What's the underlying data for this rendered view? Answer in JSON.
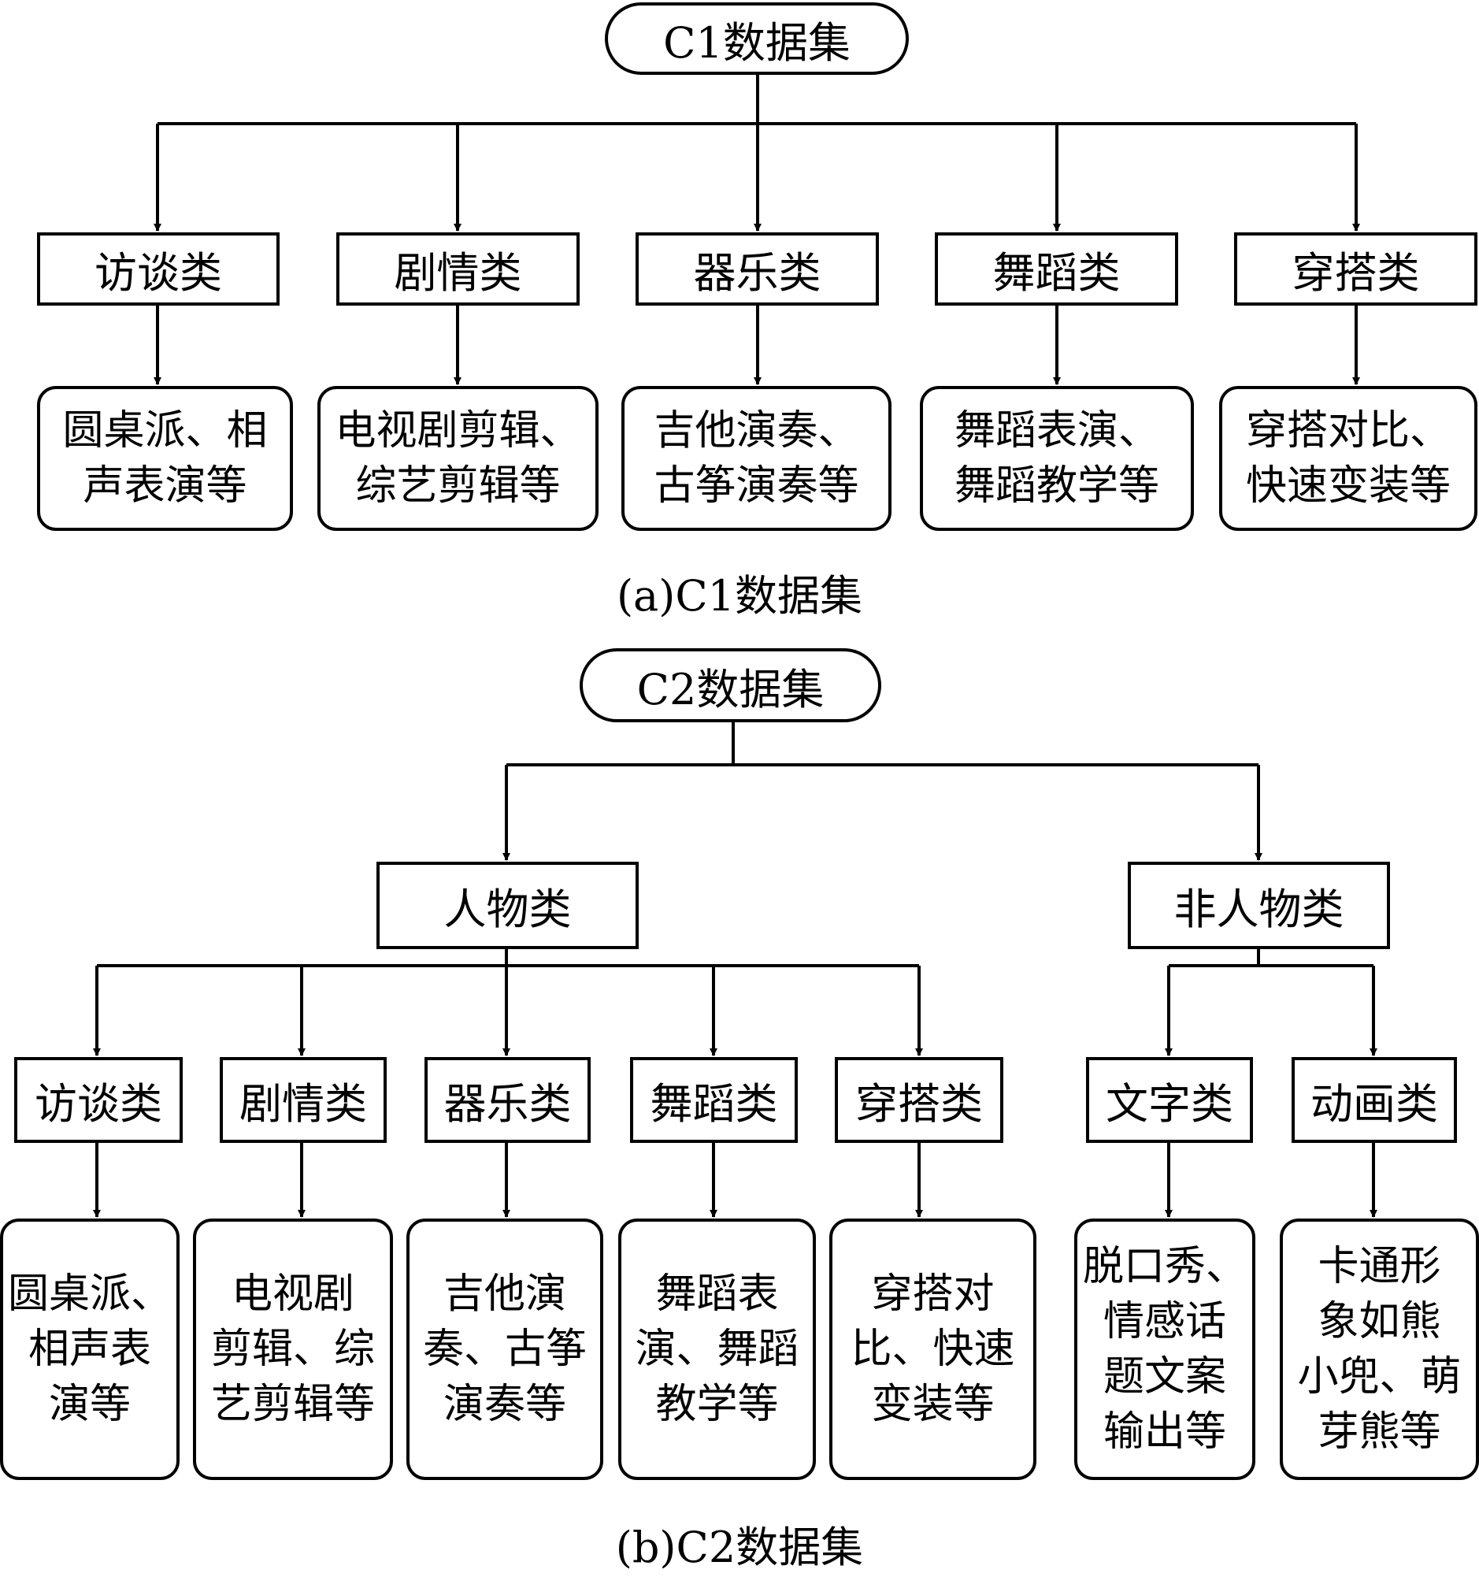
{
  "c1": {
    "root": "C1数据集",
    "categories": [
      "访谈类",
      "剧情类",
      "器乐类",
      "舞蹈类",
      "穿搭类"
    ],
    "examples": [
      "圆桌派、相\n声表演等",
      "电视剧剪辑、\n综艺剪辑等",
      "吉他演奏、\n古筝演奏等",
      "舞蹈表演、\n舞蹈教学等",
      "穿搭对比、\n快速变装等"
    ],
    "caption": "(a)C1数据集"
  },
  "c2": {
    "root": "C2数据集",
    "groups": [
      "人物类",
      "非人物类"
    ],
    "person_categories": [
      "访谈类",
      "剧情类",
      "器乐类",
      "舞蹈类",
      "穿搭类"
    ],
    "person_examples": [
      "圆桌派、\n相声表\n演等",
      "电视剧\n剪辑、综\n艺剪辑等",
      "吉他演\n奏、古筝\n演奏等",
      "舞蹈表\n演、舞蹈\n教学等",
      "穿搭对\n比、快速\n变装等"
    ],
    "nonperson_categories": [
      "文字类",
      "动画类"
    ],
    "nonperson_examples": [
      "脱口秀、\n情感话\n题文案\n输出等",
      "卡通形\n象如熊\n小兜、萌\n芽熊等"
    ],
    "caption": "(b)C2数据集"
  }
}
